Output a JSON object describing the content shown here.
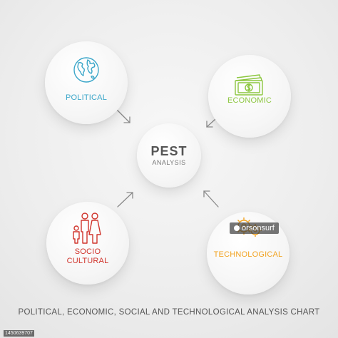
{
  "diagram": {
    "center": {
      "title": "PEST",
      "subtitle": "ANALYSIS"
    },
    "nodes": [
      {
        "id": "political",
        "label": "POLITICAL",
        "color": "#3aa6c9",
        "icon": "globe-icon"
      },
      {
        "id": "economic",
        "label": "ECONOMIC",
        "color": "#8cc63f",
        "icon": "banknote-icon"
      },
      {
        "id": "socio-cultural",
        "label_line1": "SOCIO",
        "label_line2": "CULTURAL",
        "color": "#d0342c",
        "icon": "family-icon"
      },
      {
        "id": "technological",
        "label": "TECHNOLOGICAL",
        "color": "#f2a321",
        "icon": "gears-icon"
      }
    ],
    "caption": "POLITICAL, ECONOMIC, SOCIAL AND TECHNOLOGICAL ANALYSIS CHART",
    "arrow_color": "#8a8a8a"
  },
  "watermark": {
    "id_text": "1450639707",
    "credit": "orsonsurf"
  }
}
